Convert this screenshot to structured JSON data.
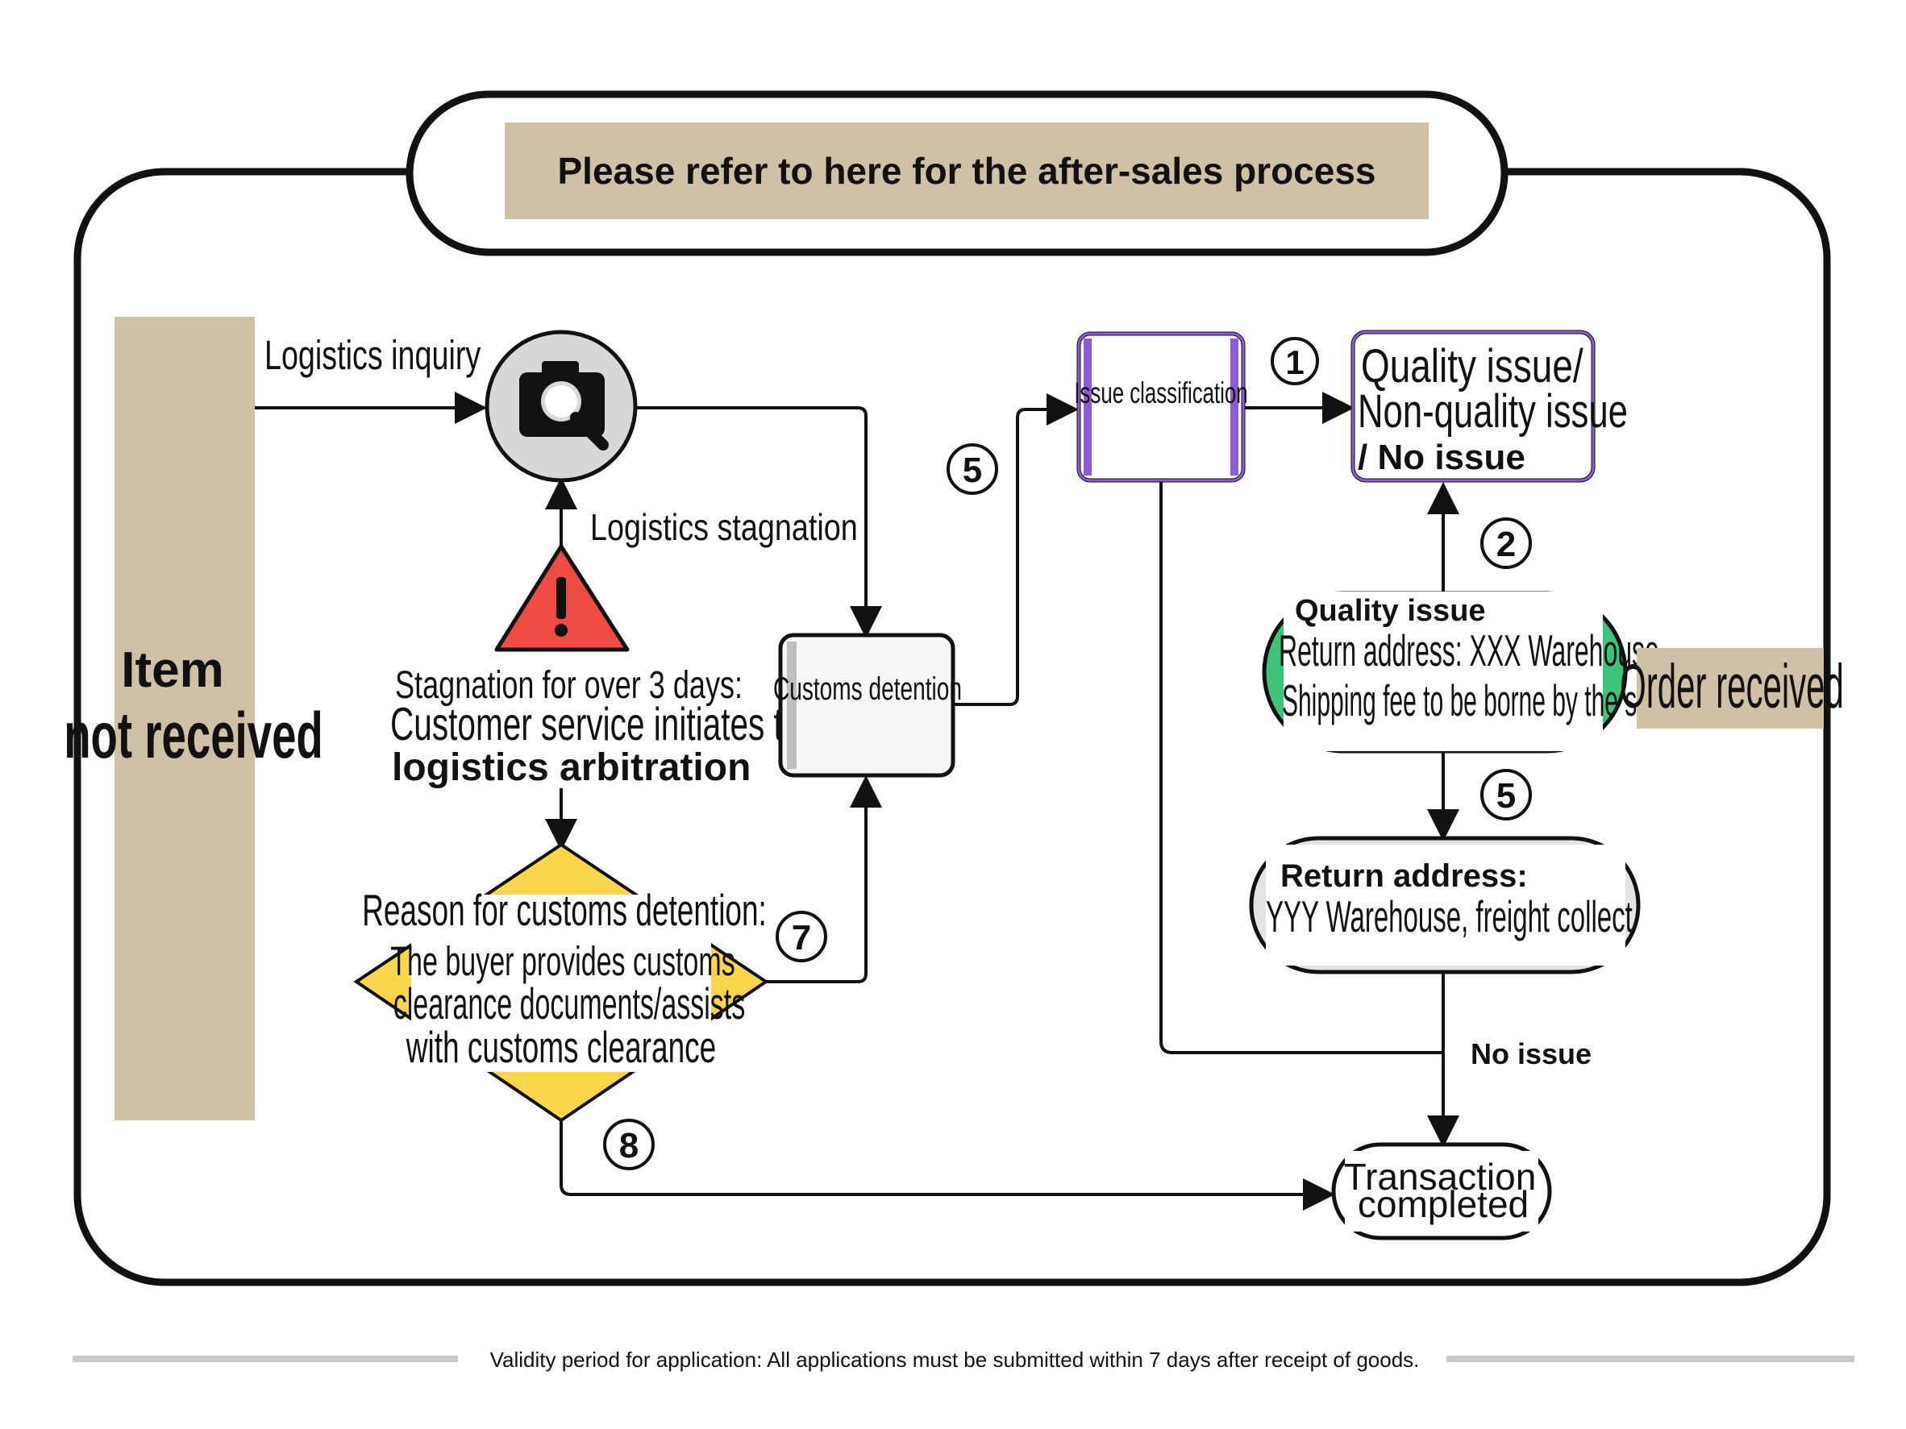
{
  "title": "Please refer to here for the after-sales process",
  "left_band": {
    "line1": "Item",
    "line2": "not received"
  },
  "right_band": {
    "label": "Order received"
  },
  "labels": {
    "logistics_inquiry": "Logistics inquiry",
    "logistics_stagnation": "Logistics stagnation",
    "stagnation_line1": "Stagnation for over 3 days:",
    "stagnation_line2": "Customer service initiates t",
    "stagnation_line3": "logistics arbitration",
    "customs_detention": "Customs detention",
    "issue_classification": "Issue classification",
    "quality_line1": "Quality issue/",
    "quality_line2": "Non-quality issue",
    "quality_line3": "/ No issue",
    "qi_title": "Quality issue",
    "qi_line1": "Return address: XXX Warehouse",
    "qi_line2": "Shipping fee to be borne by the seller",
    "ret_title": "Return address:",
    "ret_line1": "YYY Warehouse, freight collect",
    "no_issue": "No issue",
    "tx_line1": "Transaction",
    "tx_line2": "completed",
    "reason_line1": "Reason for customs detention:",
    "reason_line2": "The buyer provides customs",
    "reason_line3": "clearance documents/assists",
    "reason_line4": "with customs clearance"
  },
  "step_numbers": {
    "n1": "1",
    "n2": "2",
    "n5a": "5",
    "n5b": "5",
    "n7": "7",
    "n8": "8"
  },
  "footer": "Validity period for application: All applications must be submitted within 7 days after receipt of goods.",
  "icons": {
    "inquiry": "camera-magnifier-icon",
    "warning": "warning-triangle-icon"
  },
  "colors": {
    "tan": "#cfc1a6",
    "purple": "#8e5bd6",
    "green": "#3fc27a",
    "yellow": "#fbd54a",
    "red": "#ee4b43",
    "grey_circle": "#d8d8d8",
    "line": "#111111"
  }
}
